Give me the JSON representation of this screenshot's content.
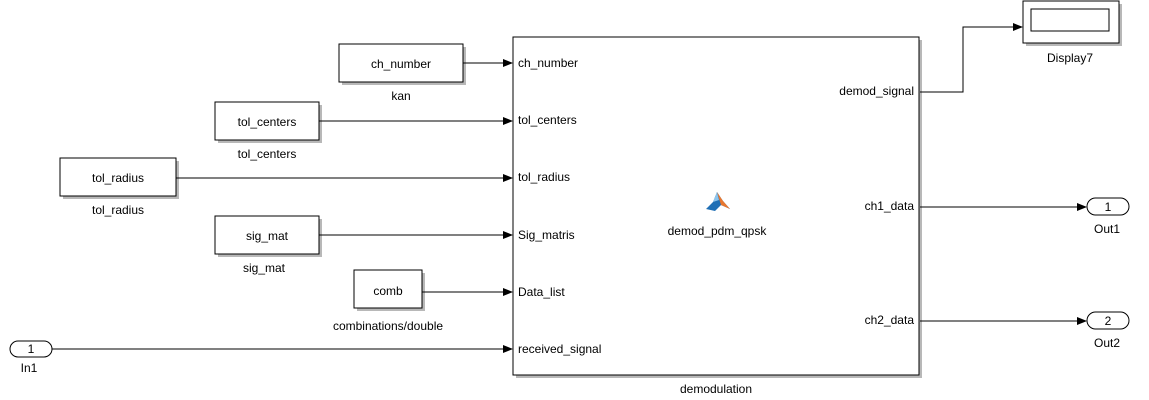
{
  "constants": [
    {
      "value": "ch_number",
      "label": "kan"
    },
    {
      "value": "tol_centers",
      "label": "tol_centers"
    },
    {
      "value": "tol_radius",
      "label": "tol_radius"
    },
    {
      "value": "sig_mat",
      "label": "sig_mat"
    },
    {
      "value": "comb",
      "label": "combinations/double"
    }
  ],
  "inport": {
    "number": "1",
    "label": "In1"
  },
  "subsystem": {
    "name": "demodulation",
    "function_name": "demod_pdm_qpsk",
    "icon": "matlab-function-icon",
    "inputs": [
      "ch_number",
      "tol_centers",
      "tol_radius",
      "Sig_matris",
      "Data_list",
      "received_signal"
    ],
    "outputs": [
      "demod_signal",
      "ch1_data",
      "ch2_data"
    ]
  },
  "display": {
    "label": "Display7"
  },
  "outports": [
    {
      "number": "1",
      "label": "Out1"
    },
    {
      "number": "2",
      "label": "Out2"
    }
  ],
  "colors": {
    "matlab_logo_primary": "#1f6fb5",
    "matlab_logo_accent": "#e8772e"
  }
}
